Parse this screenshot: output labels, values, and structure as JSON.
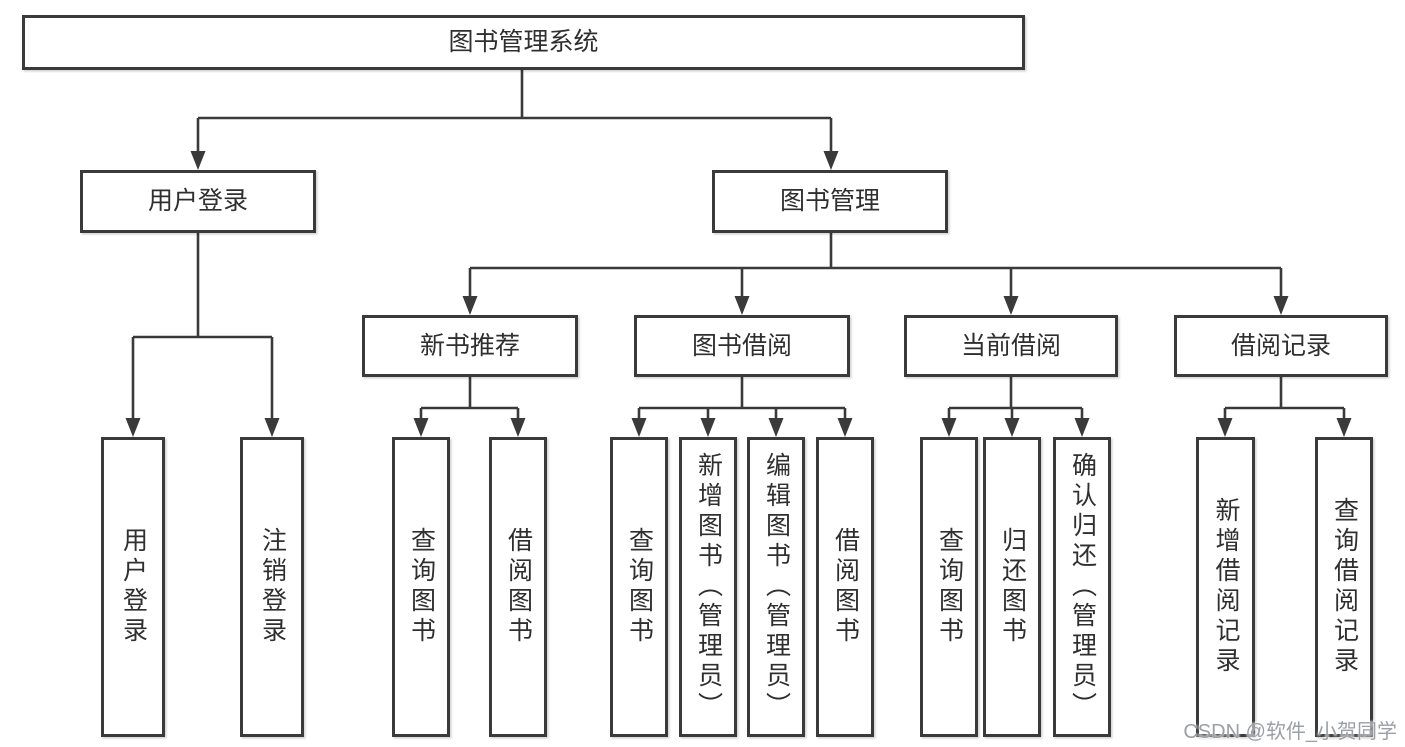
{
  "diagram": {
    "root": {
      "label": "图书管理系统"
    },
    "branches": [
      {
        "label": "用户登录",
        "children": [
          {
            "label": "用户登录"
          },
          {
            "label": "注销登录"
          }
        ]
      },
      {
        "label": "图书管理",
        "children": [
          {
            "label": "新书推荐",
            "children": [
              {
                "label": "查询图书"
              },
              {
                "label": "借阅图书"
              }
            ]
          },
          {
            "label": "图书借阅",
            "children": [
              {
                "label": "查询图书"
              },
              {
                "label": "新增图书（管理员）"
              },
              {
                "label": "编辑图书（管理员）"
              },
              {
                "label": "借阅图书"
              }
            ]
          },
          {
            "label": "当前借阅",
            "children": [
              {
                "label": "查询图书"
              },
              {
                "label": "归还图书"
              },
              {
                "label": "确认归还（管理员）"
              }
            ]
          },
          {
            "label": "借阅记录",
            "children": [
              {
                "label": "新增借阅记录"
              },
              {
                "label": "查询借阅记录"
              }
            ]
          }
        ]
      }
    ]
  },
  "watermark": {
    "text": "CSDN @软件_小贺同学"
  },
  "colors": {
    "line": "#3a3a3a",
    "text": "#2f2f2f",
    "background": "#ffffff",
    "watermark": "#9aa0a6"
  }
}
